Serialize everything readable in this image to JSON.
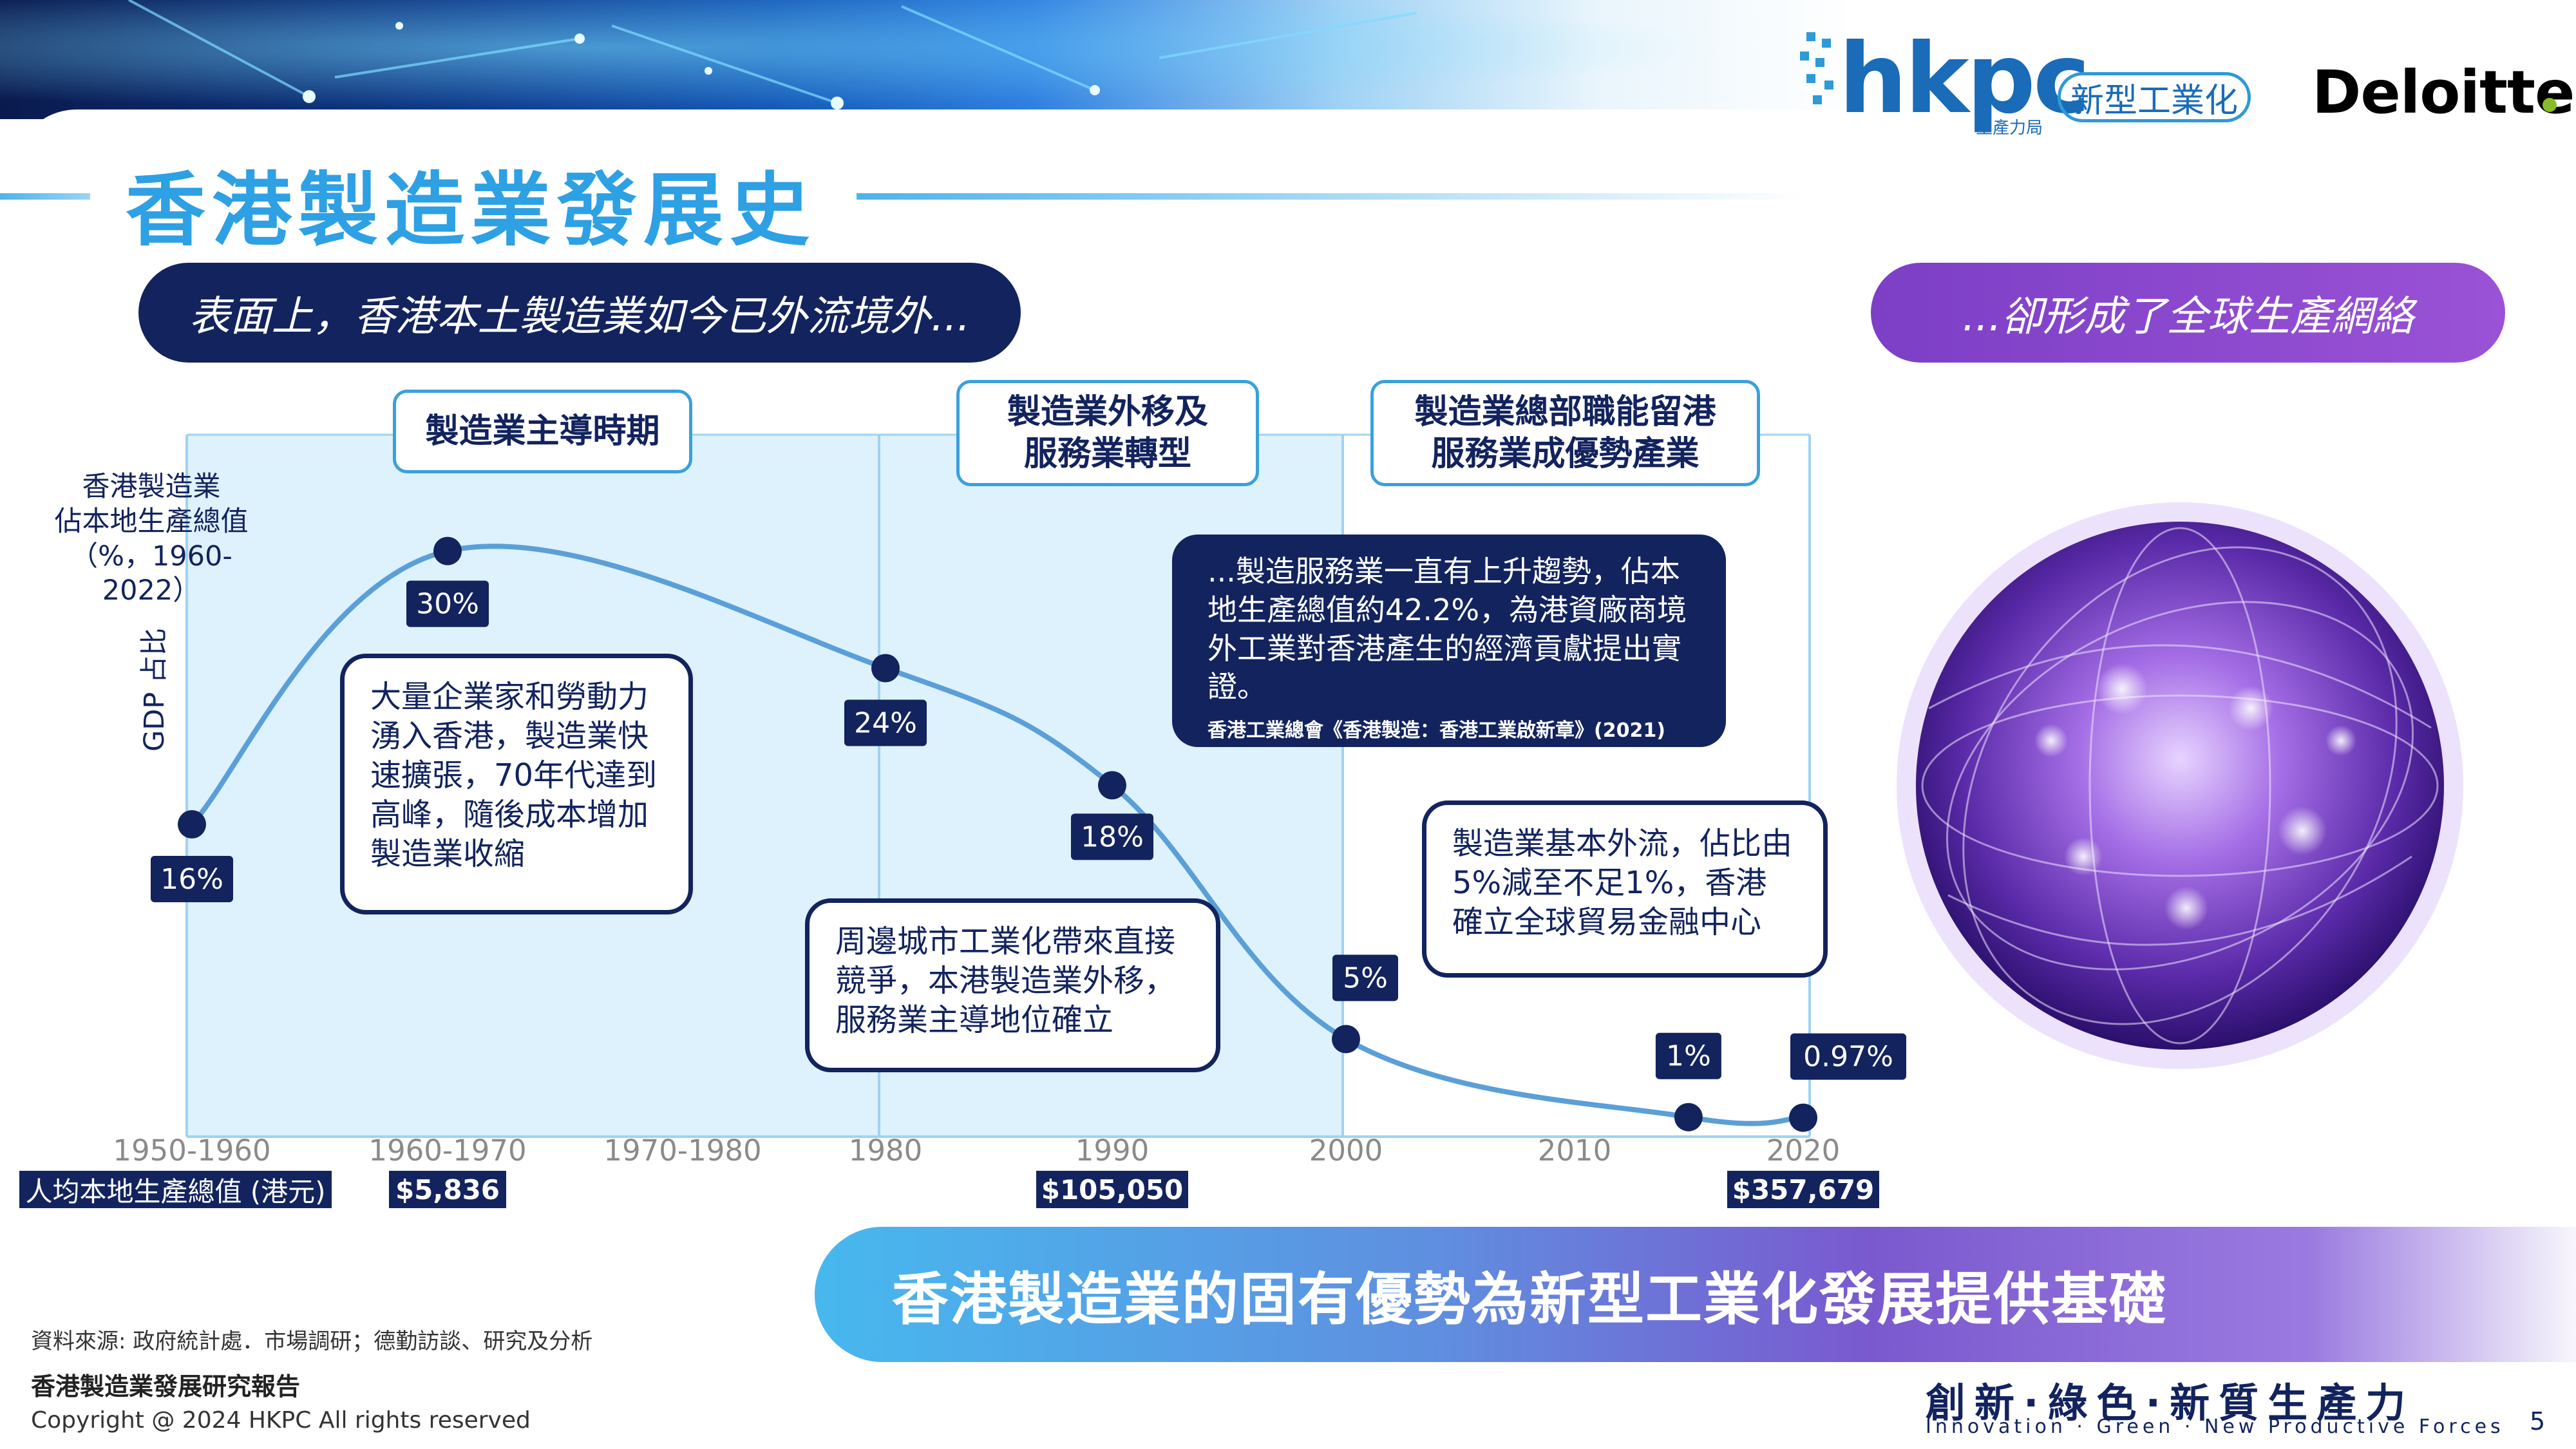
{
  "header": {
    "title": "香港製造業發展史",
    "hkpc_logo_text": "hkpc",
    "hkpc_logo_sub": "生產力局",
    "hkpc_tag": "新型工業化",
    "deloitte_logo": "Deloitte"
  },
  "pills": {
    "left": "表面上，香港本土製造業如今已外流境外...",
    "right": "...卻形成了全球生產網絡"
  },
  "eras": [
    "製造業主導時期",
    "製造業外移及\n服務業轉型",
    "製造業總部職能留港\n服務業成優勢產業"
  ],
  "y_label_block": "香港製造業\n佔本地生產總值\n（%，1960-2022）",
  "y_axis_title": "GDP 占比",
  "notes": {
    "n1": "大量企業家和勞動力湧入香港，製造業快速擴張，70年代達到高峰，隨後成本增加製造業收縮",
    "n2": "周邊城市工業化帶來直接競爭，本港製造業外移，服務業主導地位確立",
    "n3": "製造業基本外流，佔比由5%減至不足1%，香港確立全球貿易金融中心",
    "dark": "...製造服務業一直有上升趨勢，佔本地生產總值約42.2%，為港資廠商境外工業對香港產生的經濟貢獻提出實證。",
    "dark_source": "香港工業總會《香港製造：香港工業啟新章》(2021)"
  },
  "chart_data": {
    "type": "line",
    "title": "",
    "xlabel": "",
    "ylabel": "GDP 占比",
    "x_ticks": [
      "1950-1960",
      "1960-1970",
      "1970-1980",
      "1980",
      "1990",
      "2000",
      "2010",
      "2020"
    ],
    "series": [
      {
        "points": [
          {
            "x": "1950-1960",
            "y": 16,
            "label": "16%"
          },
          {
            "x": "1960-1970",
            "y": 30,
            "label": "30%"
          },
          {
            "x": "1980",
            "y": 24,
            "label": "24%"
          },
          {
            "x": "1990",
            "y": 18,
            "label": "18%"
          },
          {
            "x": "2000",
            "y": 5,
            "label": "5%"
          },
          {
            "x": "2015",
            "y": 1,
            "label": "1%"
          },
          {
            "x": "2020",
            "y": 0.97,
            "label": "0.97%"
          }
        ]
      }
    ],
    "ylim": [
      0,
      32
    ],
    "colors": {
      "line": "#5b9fd8",
      "marker": "#12235e",
      "shade": "#ddf2fc"
    }
  },
  "gdp_per_capita": {
    "label": "人均本地生產總值 (港元)",
    "values": [
      {
        "x": "1960-1970",
        "value": "$5,836"
      },
      {
        "x": "1990",
        "value": "$105,050"
      },
      {
        "x": "2020",
        "value": "$357,679"
      }
    ]
  },
  "bottom_banner": "香港製造業的固有優勢為新型工業化發展提供基礎",
  "footer": {
    "source": "資料來源: 政府統計處．市場調研；德勤訪談、研究及分析",
    "report": "香港製造業發展研究報告",
    "copyright": "Copyright @ 2024 HKPC All rights reserved",
    "slogan_zh": "創新·綠色·新質生產力",
    "slogan_en": "Innovation · Green · New Productive Forces",
    "page": "5"
  }
}
